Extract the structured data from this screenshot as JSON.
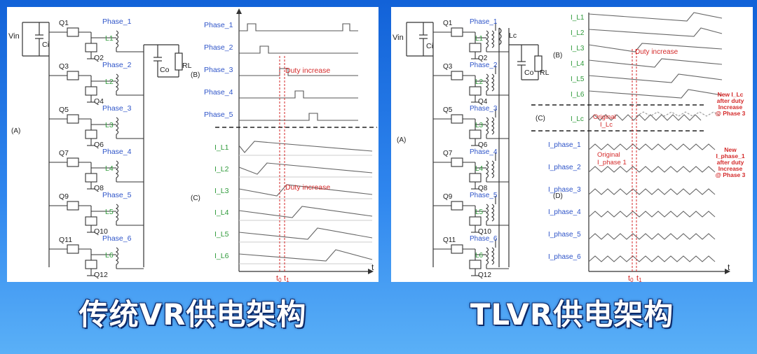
{
  "colors": {
    "label_blue": "#2f55c9",
    "label_green": "#2e9a3a",
    "label_red": "#d42a2a",
    "wire": "#333333",
    "wave": "#6b6b6b"
  },
  "left": {
    "caption": "传统VR供电架构",
    "tag_a": "(A)",
    "tag_b": "(B)",
    "tag_c": "(C)",
    "vin": "Vin",
    "ci": "Ci",
    "co": "Co",
    "rl": "RL",
    "switch_pairs": [
      {
        "hs": "Q1",
        "ls": "Q2",
        "inductor": "L1",
        "phase": "Phase_1"
      },
      {
        "hs": "Q3",
        "ls": "Q4",
        "inductor": "L2",
        "phase": "Phase_2"
      },
      {
        "hs": "Q5",
        "ls": "Q6",
        "inductor": "L3",
        "phase": "Phase_3"
      },
      {
        "hs": "Q7",
        "ls": "Q8",
        "inductor": "L4",
        "phase": "Phase_4"
      },
      {
        "hs": "Q9",
        "ls": "Q10",
        "inductor": "L5",
        "phase": "Phase_5"
      },
      {
        "hs": "Q11",
        "ls": "Q12",
        "inductor": "L6",
        "phase": "Phase_6"
      }
    ],
    "pulse_labels": [
      "Phase_1",
      "Phase_2",
      "Phase_3",
      "Phase_4",
      "Phase_5"
    ],
    "current_labels": [
      "I_L1",
      "I_L2",
      "I_L3",
      "I_L4",
      "I_L5",
      "I_L6"
    ],
    "annotation_1": "Duty increase",
    "annotation_2": "Duty increase",
    "t0": "t",
    "t0_sub": "0",
    "t1": "t",
    "t1_sub": "1",
    "t_axis": "t"
  },
  "right": {
    "caption": "TLVR供电架构",
    "tag_a": "(A)",
    "tag_b": "(B)",
    "tag_c": "(C)",
    "tag_d": "(D)",
    "vin": "Vin",
    "ci": "Ci",
    "co": "Co",
    "rl": "RL",
    "lc": "Lc",
    "switch_pairs": [
      {
        "hs": "Q1",
        "ls": "Q2",
        "inductor": "L1",
        "phase": "Phase_1"
      },
      {
        "hs": "Q3",
        "ls": "Q4",
        "inductor": "L2",
        "phase": "Phase_2"
      },
      {
        "hs": "Q5",
        "ls": "Q6",
        "inductor": "L3",
        "phase": "Phase_3"
      },
      {
        "hs": "Q7",
        "ls": "Q8",
        "inductor": "L4",
        "phase": "Phase_4"
      },
      {
        "hs": "Q9",
        "ls": "Q10",
        "inductor": "L5",
        "phase": "Phase_5"
      },
      {
        "hs": "Q11",
        "ls": "Q12",
        "inductor": "L6",
        "phase": "Phase_6"
      }
    ],
    "inductor_current_labels": [
      "I_L1",
      "I_L2",
      "I_L3",
      "I_L4",
      "I_L5",
      "I_L6"
    ],
    "lc_label": "I_Lc",
    "phase_current_labels": [
      "I_phase_1",
      "I_phase_2",
      "I_phase_3",
      "I_phase_4",
      "I_phase_5",
      "I_phase_6"
    ],
    "annotation_duty": "Duty increase",
    "orig_lc_1": "Original",
    "orig_lc_2": "I_Lc",
    "orig_ph_1": "Original",
    "orig_ph_2": "I_phase 1",
    "new_lc": [
      "New I_Lc",
      "after duty",
      "Increase",
      "@ Phase 3"
    ],
    "new_phase": [
      "New",
      "I_phase_1",
      "after duty",
      "Increase",
      "@ Phase 3"
    ],
    "t0": "t",
    "t0_sub": "0",
    "t1": "t",
    "t1_sub": "1",
    "t_axis": "t"
  }
}
